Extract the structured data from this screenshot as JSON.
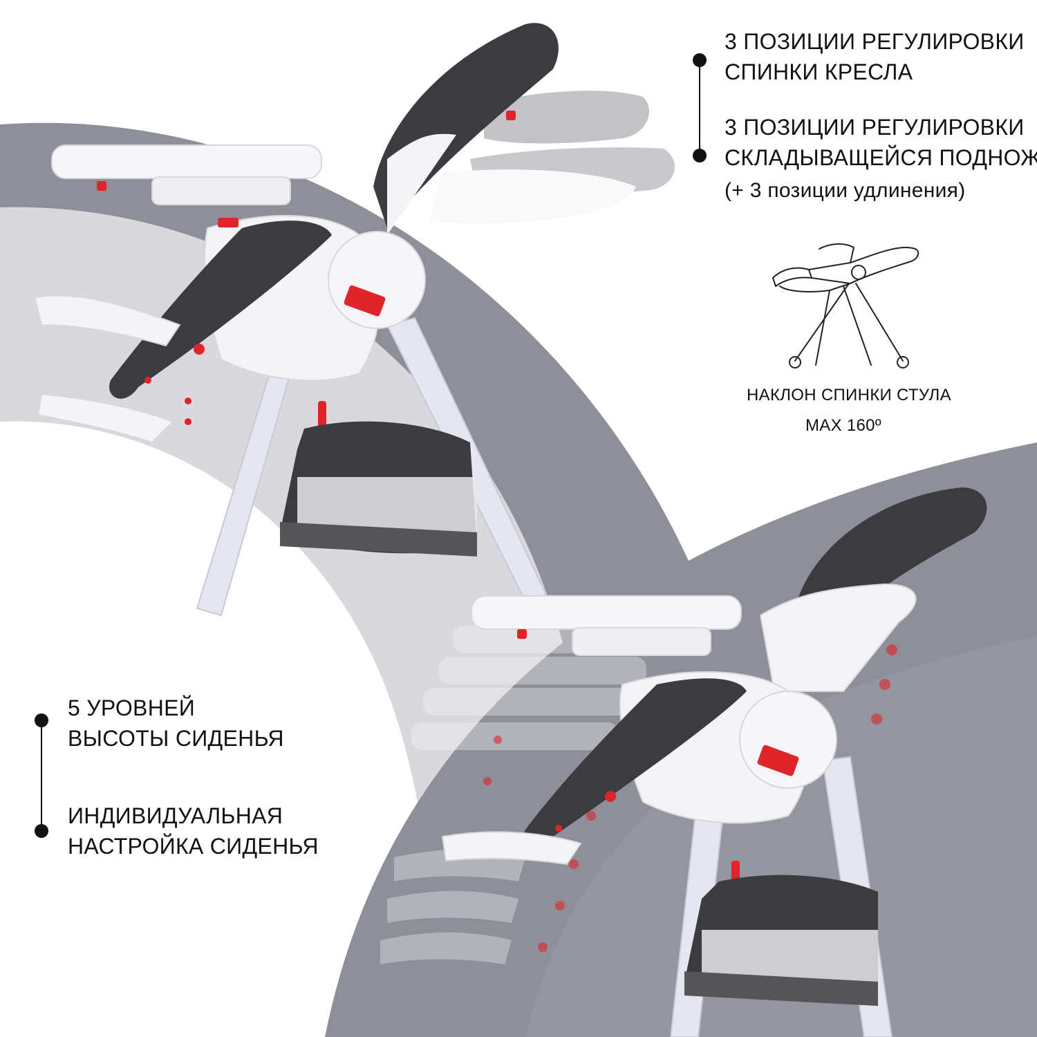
{
  "features_top": {
    "backrest_line1": "3 ПОЗИЦИИ РЕГУЛИРОВКИ",
    "backrest_line2": "СПИНКИ КРЕСЛА",
    "footrest_line1": "3 ПОЗИЦИИ РЕГУЛИРОВКИ",
    "footrest_line2": "СКЛАДЫВАЩЕЙСЯ ПОДНОЖКИ",
    "footrest_line3": "(+ 3 позиции удлинения)"
  },
  "recline": {
    "line1": "НАКЛОН СПИНКИ СТУЛА",
    "line2": "MAX 160º",
    "icon": "reclined-chair-outline-icon"
  },
  "features_bottom": {
    "height_line1": "5 УРОВНЕЙ",
    "height_line2": "ВЫСОТЫ СИДЕНЬЯ",
    "custom_line1": "ИНДИВИДУАЛЬНАЯ",
    "custom_line2": "НАСТРОЙКА СИДЕНЬЯ"
  },
  "colors": {
    "band_dark": "#8e8f99",
    "band_light": "#d9d9dd",
    "accent_red": "#e0242a",
    "seat_dark": "#3b3b40",
    "frame_white": "#f4f4f6",
    "text": "#111111"
  }
}
